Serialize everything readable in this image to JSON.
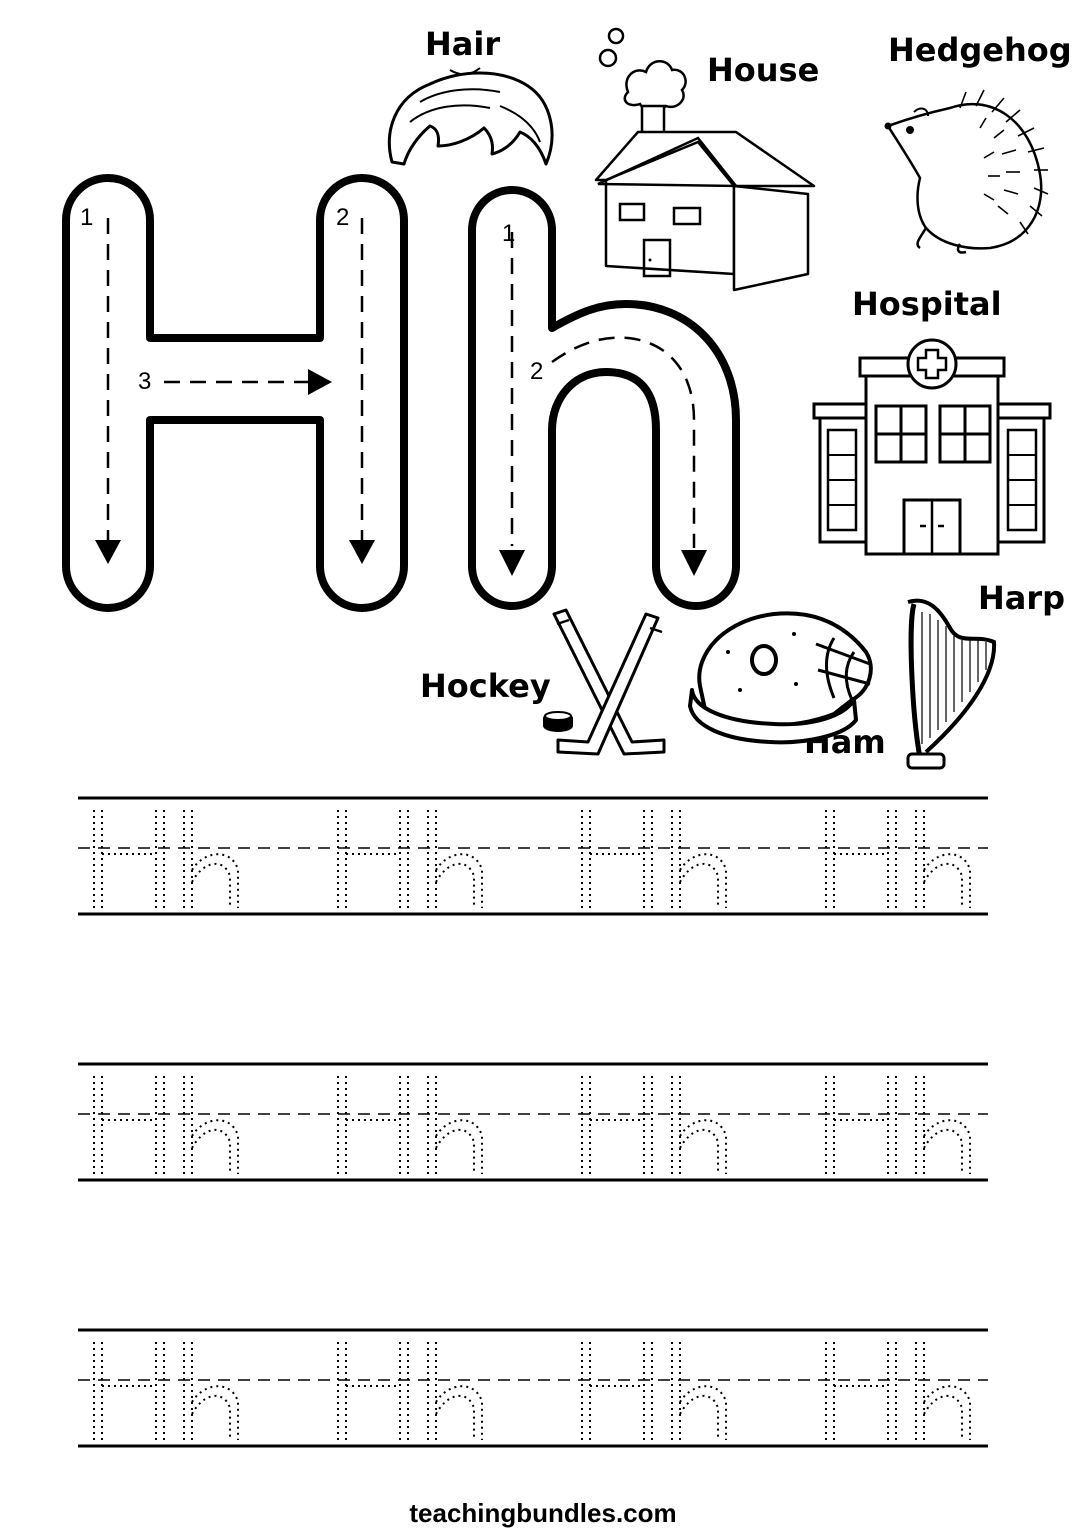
{
  "worksheet": {
    "letter_upper": "H",
    "letter_lower": "h",
    "stroke_numbers_upper": [
      "1",
      "2",
      "3"
    ],
    "stroke_numbers_lower": [
      "1",
      "2"
    ]
  },
  "pictures": [
    {
      "key": "hair",
      "label": "Hair",
      "icon": "hair-icon"
    },
    {
      "key": "house",
      "label": "House",
      "icon": "house-icon"
    },
    {
      "key": "hedgehog",
      "label": "Hedgehog",
      "icon": "hedgehog-icon"
    },
    {
      "key": "hospital",
      "label": "Hospital",
      "icon": "hospital-icon"
    },
    {
      "key": "harp",
      "label": "Harp",
      "icon": "harp-icon"
    },
    {
      "key": "hockey",
      "label": "Hockey",
      "icon": "hockey-icon"
    },
    {
      "key": "ham",
      "label": "Ham",
      "icon": "ham-icon"
    }
  ],
  "practice": {
    "rows": 3,
    "pair_text": "Hh",
    "pairs_per_row": 4
  },
  "footer": {
    "site": "teachingbundles.com"
  }
}
